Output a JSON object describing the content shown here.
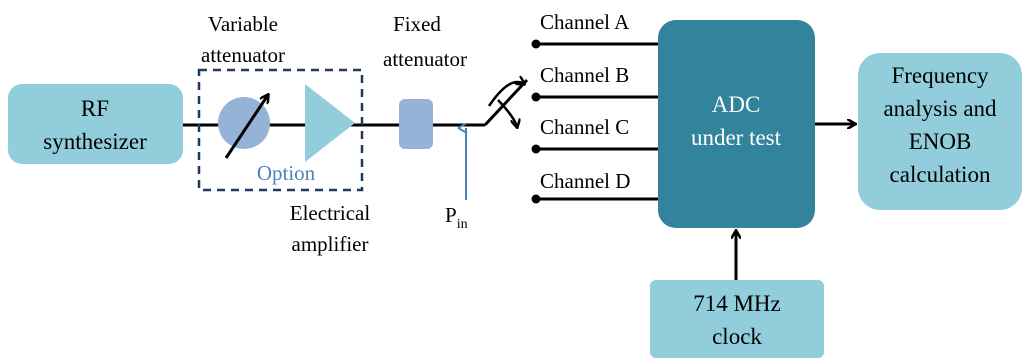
{
  "blocks": {
    "rf_synthesizer": {
      "line1": "RF",
      "line2": "synthesizer"
    },
    "adc": {
      "line1": "ADC",
      "line2": "under test"
    },
    "analysis": {
      "line1": "Frequency",
      "line2": "analysis and",
      "line3": "ENOB",
      "line4": "calculation"
    },
    "clock": {
      "line1": "714 MHz",
      "line2": "clock"
    }
  },
  "labels": {
    "variable_attenuator": {
      "line1": "Variable",
      "line2": "attenuator"
    },
    "fixed_attenuator": {
      "line1": "Fixed",
      "line2": "attenuator"
    },
    "option": "Option",
    "electrical_amplifier": {
      "line1": "Electrical",
      "line2": "amplifier"
    },
    "pin": {
      "main": "P",
      "sub": "in"
    }
  },
  "channels": [
    "Channel A",
    "Channel B",
    "Channel C",
    "Channel D"
  ],
  "colors": {
    "light_block": "#92cddc",
    "adc_block": "#31849b",
    "component": "#95b3d7",
    "option_text": "#4f81bd",
    "dashed_box": "#1f3864",
    "line": "#000000"
  }
}
